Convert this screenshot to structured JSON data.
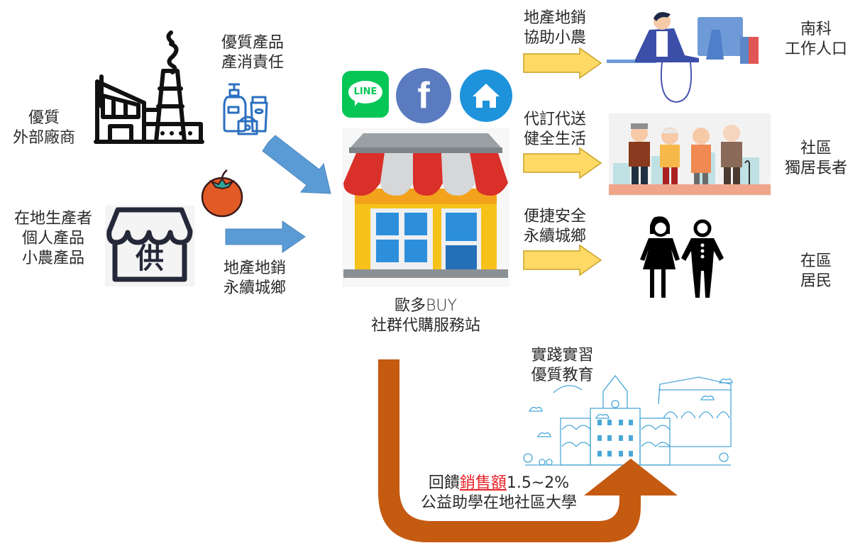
{
  "diagram": {
    "title_center": {
      "line1": "歐多BUY",
      "line2": "社群代購服務站"
    },
    "sources": [
      {
        "id": "external-vendor",
        "label_lines": [
          "優質",
          "外部廠商"
        ],
        "icon": "factory-icon",
        "caption_lines": [
          "優質產品",
          "產消責任"
        ],
        "caption_icon": "cosmetics-icon"
      },
      {
        "id": "local-producer",
        "label_lines": [
          "在地生產者",
          "個人產品",
          "小農產品"
        ],
        "icon": "supply-shop-icon",
        "badge_char": "供",
        "caption_lines": [
          "地產地銷",
          "永續城鄉"
        ],
        "caption_icon": "tomato-icon"
      }
    ],
    "channels": [
      {
        "name": "line-icon",
        "text": "LINE",
        "color": "#06c755"
      },
      {
        "name": "facebook-icon",
        "text": "f",
        "color": "#5b7bc0"
      },
      {
        "name": "home-icon",
        "text": "",
        "color": "#1e93dc"
      }
    ],
    "targets": [
      {
        "id": "workforce",
        "arrow_lines": [
          "地產地銷",
          "協助小農"
        ],
        "icon": "office-worker-icon",
        "label_lines": [
          "南科",
          "工作人口"
        ]
      },
      {
        "id": "elderly",
        "arrow_lines": [
          "代訂代送",
          "健全生活"
        ],
        "icon": "elderly-group-icon",
        "label_lines": [
          "社區",
          "獨居長者"
        ]
      },
      {
        "id": "residents",
        "arrow_lines": [
          "便捷安全",
          "永續城鄉"
        ],
        "icon": "residents-icon",
        "label_lines": [
          "在區",
          "居民"
        ]
      }
    ],
    "education": {
      "label_lines": [
        "實踐實習",
        "優質教育"
      ],
      "icon": "university-icon"
    },
    "feedback": {
      "line1_prefix": "回饋",
      "line1_highlight": "銷售額",
      "line1_suffix": "1.5~2%",
      "line2": "公益助學在地社區大學",
      "highlight_color": "#e8232a"
    },
    "colors": {
      "blue_arrow": "#5b9bd5",
      "yellow_arrow": "#ffd966",
      "yellow_arrow_border": "#c9a227",
      "feedback_arrow": "#c55a11"
    }
  }
}
